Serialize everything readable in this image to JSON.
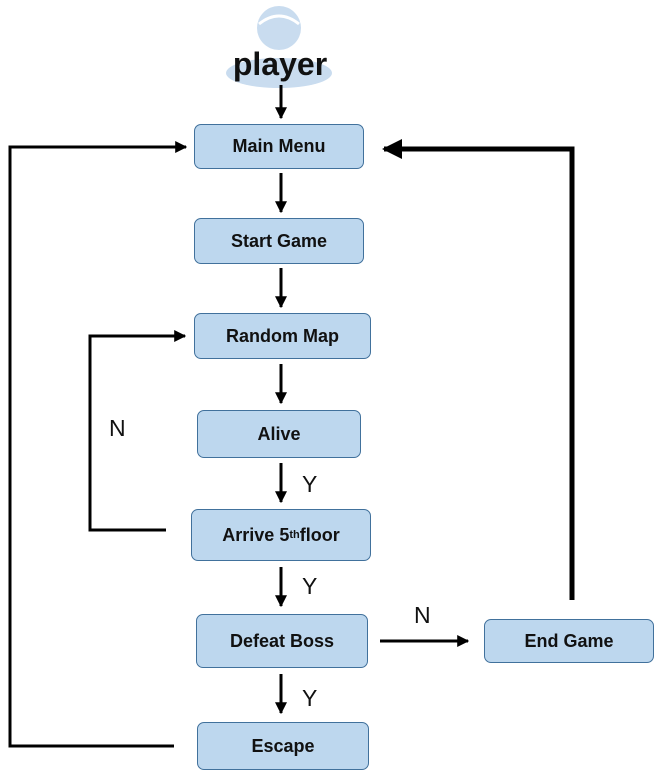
{
  "actor": {
    "label": "player",
    "icon": "person-icon",
    "icon_color": "#c9dcef"
  },
  "nodes": {
    "main_menu": "Main Menu",
    "start_game": "Start Game",
    "random_map": "Random Map",
    "alive": "Alive",
    "arrive_floor": {
      "prefix": "Arrive 5",
      "sup": "th",
      "suffix": " floor"
    },
    "defeat_boss": "Defeat Boss",
    "end_game": "End Game",
    "escape": "Escape"
  },
  "edge_labels": {
    "alive_no": "N",
    "alive_yes": "Y",
    "floor_yes": "Y",
    "boss_no": "N",
    "boss_yes": "Y"
  },
  "colors": {
    "box_fill": "#bdd7ee",
    "box_border": "#41719c",
    "arrow": "#000000"
  }
}
